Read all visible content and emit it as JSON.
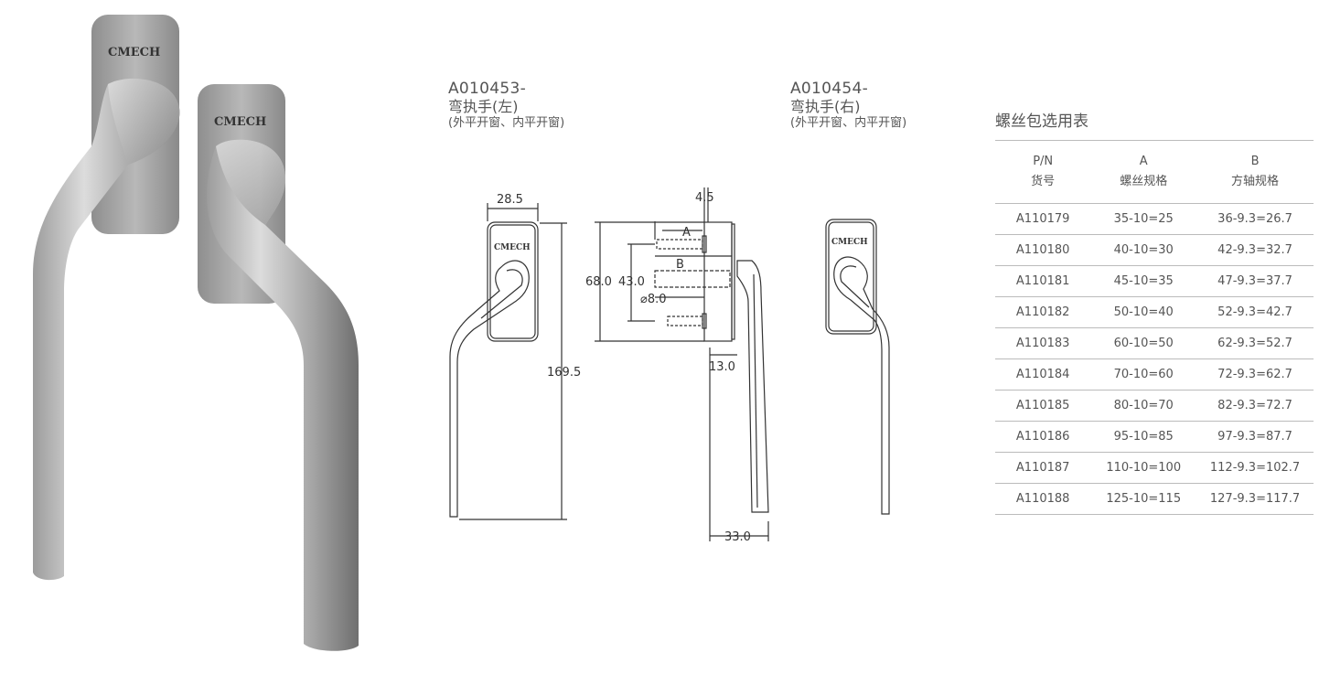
{
  "brand": "CMECH",
  "left_model": {
    "code": "A010453-",
    "name": "弯执手(左)",
    "note": "(外平开窗、内平开窗)"
  },
  "right_model": {
    "code": "A010454-",
    "name": "弯执手(右)",
    "note": "(外平开窗、内平开窗)"
  },
  "dimensions": {
    "width": "28.5",
    "height": "169.5",
    "base_height": "68.0",
    "spindle_span": "43.0",
    "hole_diameter": "⌀8.0",
    "plate_thickness": "4.5",
    "screw_label": "A",
    "spindle_label": "B",
    "neck_depth": "13.0",
    "total_depth": "33.0"
  },
  "screw_table": {
    "title": "螺丝包选用表",
    "headers": [
      {
        "code": "P/N",
        "label": "货号"
      },
      {
        "code": "A",
        "label": "螺丝规格"
      },
      {
        "code": "B",
        "label": "方轴规格"
      }
    ],
    "rows": [
      [
        "A110179",
        "35-10=25",
        "36-9.3=26.7"
      ],
      [
        "A110180",
        "40-10=30",
        "42-9.3=32.7"
      ],
      [
        "A110181",
        "45-10=35",
        "47-9.3=37.7"
      ],
      [
        "A110182",
        "50-10=40",
        "52-9.3=42.7"
      ],
      [
        "A110183",
        "60-10=50",
        "62-9.3=52.7"
      ],
      [
        "A110184",
        "70-10=60",
        "72-9.3=62.7"
      ],
      [
        "A110185",
        "80-10=70",
        "82-9.3=72.7"
      ],
      [
        "A110186",
        "95-10=85",
        "97-9.3=87.7"
      ],
      [
        "A110187",
        "110-10=100",
        "112-9.3=102.7"
      ],
      [
        "A110188",
        "125-10=115",
        "127-9.3=117.7"
      ]
    ]
  },
  "colors": {
    "metal_light": "#d6d6d6",
    "metal_mid": "#a9a9a9",
    "metal_dark": "#7d7d7d",
    "line": "#333333",
    "rule": "#bbbbbb"
  }
}
